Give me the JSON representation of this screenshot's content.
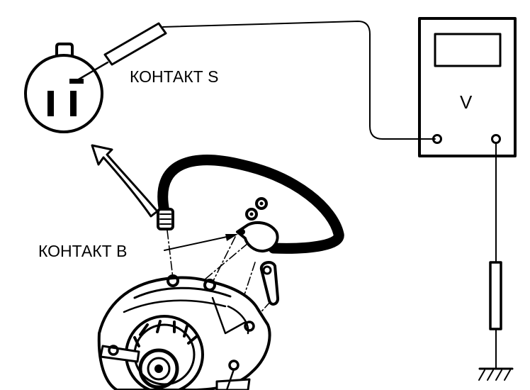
{
  "labels": {
    "contact_s": "КОНТАКТ S",
    "contact_b": "КОНТАКТ B",
    "meter_symbol": "V"
  },
  "colors": {
    "ink": "#000000",
    "background": "#ffffff"
  },
  "icons": {
    "connector": "connector-plug-icon",
    "voltmeter": "voltmeter-icon",
    "alternator": "alternator-icon",
    "ground": "ground-symbol-icon",
    "resistor": "resistor-icon"
  }
}
